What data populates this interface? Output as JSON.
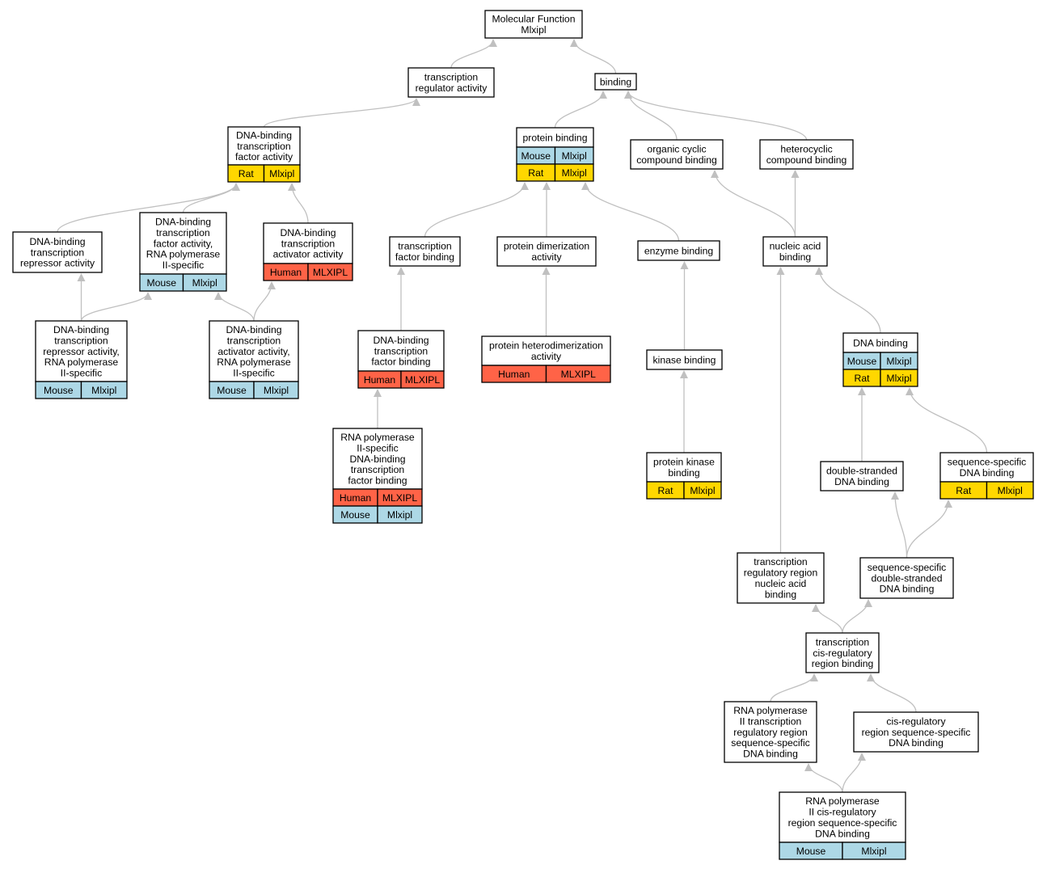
{
  "colors": {
    "Mouse": "#add8e6",
    "Rat": "#ffd700",
    "Human": "#ff6347",
    "edge": "#c0c0c0"
  },
  "nodes": [
    {
      "id": "mf",
      "lines": [
        "Molecular Function",
        "Mlxipl"
      ],
      "annotations": []
    },
    {
      "id": "tra",
      "lines": [
        "transcription",
        "regulator activity"
      ],
      "annotations": []
    },
    {
      "id": "binding",
      "lines": [
        "binding"
      ],
      "annotations": []
    },
    {
      "id": "dbtfa",
      "lines": [
        "DNA-binding",
        "transcription",
        "factor activity"
      ],
      "annotations": [
        [
          "Rat",
          "Mlxipl"
        ]
      ]
    },
    {
      "id": "pb",
      "lines": [
        "protein binding"
      ],
      "annotations": [
        [
          "Mouse",
          "Mlxipl"
        ],
        [
          "Rat",
          "Mlxipl"
        ]
      ]
    },
    {
      "id": "occb",
      "lines": [
        "organic cyclic",
        "compound binding"
      ],
      "annotations": []
    },
    {
      "id": "hcb",
      "lines": [
        "heterocyclic",
        "compound binding"
      ],
      "annotations": []
    },
    {
      "id": "dbtra",
      "lines": [
        "DNA-binding",
        "transcription",
        "repressor activity"
      ],
      "annotations": []
    },
    {
      "id": "dbtfa2",
      "lines": [
        "DNA-binding",
        "transcription",
        "factor activity,",
        "RNA polymerase",
        "II-specific"
      ],
      "annotations": [
        [
          "Mouse",
          "Mlxipl"
        ]
      ]
    },
    {
      "id": "dbtaa",
      "lines": [
        "DNA-binding",
        "transcription",
        "activator activity"
      ],
      "annotations": [
        [
          "Human",
          "MLXIPL"
        ]
      ]
    },
    {
      "id": "tfb",
      "lines": [
        "transcription",
        "factor binding"
      ],
      "annotations": []
    },
    {
      "id": "pda",
      "lines": [
        "protein dimerization",
        "activity"
      ],
      "annotations": []
    },
    {
      "id": "eb",
      "lines": [
        "enzyme binding"
      ],
      "annotations": []
    },
    {
      "id": "nab",
      "lines": [
        "nucleic acid",
        "binding"
      ],
      "annotations": []
    },
    {
      "id": "dbtra2",
      "lines": [
        "DNA-binding",
        "transcription",
        "repressor activity,",
        "RNA polymerase",
        "II-specific"
      ],
      "annotations": [
        [
          "Mouse",
          "Mlxipl"
        ]
      ]
    },
    {
      "id": "dbtaa2",
      "lines": [
        "DNA-binding",
        "transcription",
        "activator activity,",
        "RNA polymerase",
        "II-specific"
      ],
      "annotations": [
        [
          "Mouse",
          "Mlxipl"
        ]
      ]
    },
    {
      "id": "dbtfb",
      "lines": [
        "DNA-binding",
        "transcription",
        "factor binding"
      ],
      "annotations": [
        [
          "Human",
          "MLXIPL"
        ]
      ]
    },
    {
      "id": "phda",
      "lines": [
        "protein heterodimerization",
        "activity"
      ],
      "annotations": [
        [
          "Human",
          "MLXIPL"
        ]
      ]
    },
    {
      "id": "kb",
      "lines": [
        "kinase binding"
      ],
      "annotations": []
    },
    {
      "id": "dnab",
      "lines": [
        "DNA binding"
      ],
      "annotations": [
        [
          "Mouse",
          "Mlxipl"
        ],
        [
          "Rat",
          "Mlxipl"
        ]
      ]
    },
    {
      "id": "rnap",
      "lines": [
        "RNA polymerase",
        "II-specific",
        "DNA-binding",
        "transcription",
        "factor binding"
      ],
      "annotations": [
        [
          "Human",
          "MLXIPL"
        ],
        [
          "Mouse",
          "Mlxipl"
        ]
      ]
    },
    {
      "id": "pkb",
      "lines": [
        "protein kinase",
        "binding"
      ],
      "annotations": [
        [
          "Rat",
          "Mlxipl"
        ]
      ]
    },
    {
      "id": "dsdb",
      "lines": [
        "double-stranded",
        "DNA binding"
      ],
      "annotations": []
    },
    {
      "id": "ssdb",
      "lines": [
        "sequence-specific",
        "DNA binding"
      ],
      "annotations": [
        [
          "Rat",
          "Mlxipl"
        ]
      ]
    },
    {
      "id": "trrnab",
      "lines": [
        "transcription",
        "regulatory region",
        "nucleic acid",
        "binding"
      ],
      "annotations": []
    },
    {
      "id": "ssdsdb",
      "lines": [
        "sequence-specific",
        "double-stranded",
        "DNA binding"
      ],
      "annotations": []
    },
    {
      "id": "tcrrb",
      "lines": [
        "transcription",
        "cis-regulatory",
        "region binding"
      ],
      "annotations": []
    },
    {
      "id": "rnap2trr",
      "lines": [
        "RNA polymerase",
        "II transcription",
        "regulatory region",
        "sequence-specific",
        "DNA binding"
      ],
      "annotations": []
    },
    {
      "id": "crrssdb",
      "lines": [
        "cis-regulatory",
        "region sequence-specific",
        "DNA binding"
      ],
      "annotations": []
    },
    {
      "id": "rnap2crr",
      "lines": [
        "RNA polymerase",
        "II cis-regulatory",
        "region sequence-specific",
        "DNA binding"
      ],
      "annotations": [
        [
          "Mouse",
          "Mlxipl"
        ]
      ]
    }
  ],
  "edges": [
    {
      "from": "tra",
      "to": "mf"
    },
    {
      "from": "binding",
      "to": "mf"
    },
    {
      "from": "dbtfa",
      "to": "tra"
    },
    {
      "from": "pb",
      "to": "binding"
    },
    {
      "from": "occb",
      "to": "binding"
    },
    {
      "from": "hcb",
      "to": "binding"
    },
    {
      "from": "dbtra",
      "to": "dbtfa"
    },
    {
      "from": "dbtfa2",
      "to": "dbtfa"
    },
    {
      "from": "dbtaa",
      "to": "dbtfa"
    },
    {
      "from": "tfb",
      "to": "pb"
    },
    {
      "from": "pda",
      "to": "pb"
    },
    {
      "from": "eb",
      "to": "pb"
    },
    {
      "from": "nab",
      "to": "occb"
    },
    {
      "from": "nab",
      "to": "hcb"
    },
    {
      "from": "dbtra2",
      "to": "dbtra"
    },
    {
      "from": "dbtra2",
      "to": "dbtfa2"
    },
    {
      "from": "dbtaa2",
      "to": "dbtfa2"
    },
    {
      "from": "dbtaa2",
      "to": "dbtaa"
    },
    {
      "from": "dbtfb",
      "to": "tfb"
    },
    {
      "from": "phda",
      "to": "pda"
    },
    {
      "from": "kb",
      "to": "eb"
    },
    {
      "from": "dnab",
      "to": "nab"
    },
    {
      "from": "rnap",
      "to": "dbtfb"
    },
    {
      "from": "pkb",
      "to": "kb"
    },
    {
      "from": "dsdb",
      "to": "dnab"
    },
    {
      "from": "ssdb",
      "to": "dnab"
    },
    {
      "from": "trrnab",
      "to": "nab"
    },
    {
      "from": "ssdsdb",
      "to": "dsdb"
    },
    {
      "from": "ssdsdb",
      "to": "ssdb"
    },
    {
      "from": "tcrrb",
      "to": "trrnab"
    },
    {
      "from": "tcrrb",
      "to": "ssdsdb"
    },
    {
      "from": "rnap2trr",
      "to": "tcrrb"
    },
    {
      "from": "crrssdb",
      "to": "tcrrb"
    },
    {
      "from": "rnap2crr",
      "to": "rnap2trr"
    },
    {
      "from": "rnap2crr",
      "to": "crrssdb"
    }
  ]
}
